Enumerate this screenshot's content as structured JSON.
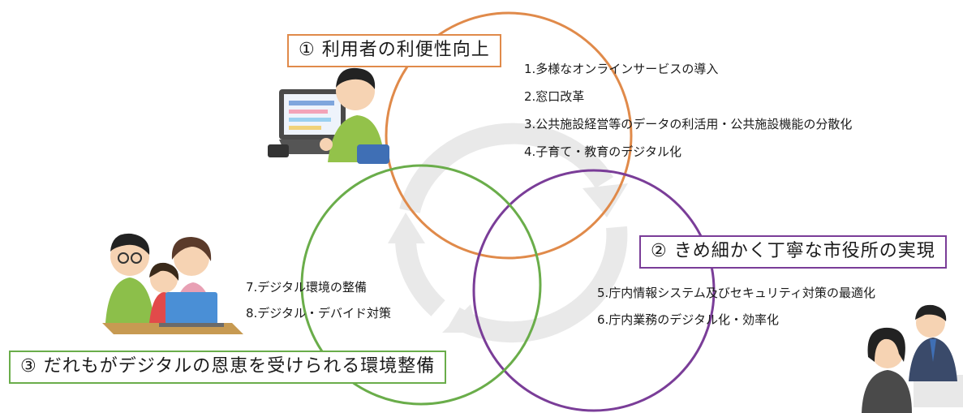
{
  "colors": {
    "circle_1": "#e08a4a",
    "circle_2": "#7a3d98",
    "circle_3": "#6aad4a",
    "cycle_arrows": "#e9e9e9"
  },
  "sections": [
    {
      "title": "① 利用者の利便性向上",
      "items": [
        "1.多様なオンラインサービスの導入",
        "2.窓口改革",
        "3.公共施設経営等のデータの利活用・公共施設機能の分散化",
        "4.子育て・教育のデジタル化"
      ],
      "illustration": "person-using-laptop"
    },
    {
      "title": "② きめ細かく丁寧な市役所の実現",
      "items": [
        "5.庁内情報システム及びセキュリティ対策の最適化",
        "6.庁内業務のデジタル化・効率化"
      ],
      "illustration": "office-counter-consultation"
    },
    {
      "title": "③ だれもがデジタルの恩恵を受けられる環境整備",
      "items": [
        "7.デジタル環境の整備",
        "8.デジタル・デバイド対策"
      ],
      "illustration": "family-using-laptop"
    }
  ]
}
